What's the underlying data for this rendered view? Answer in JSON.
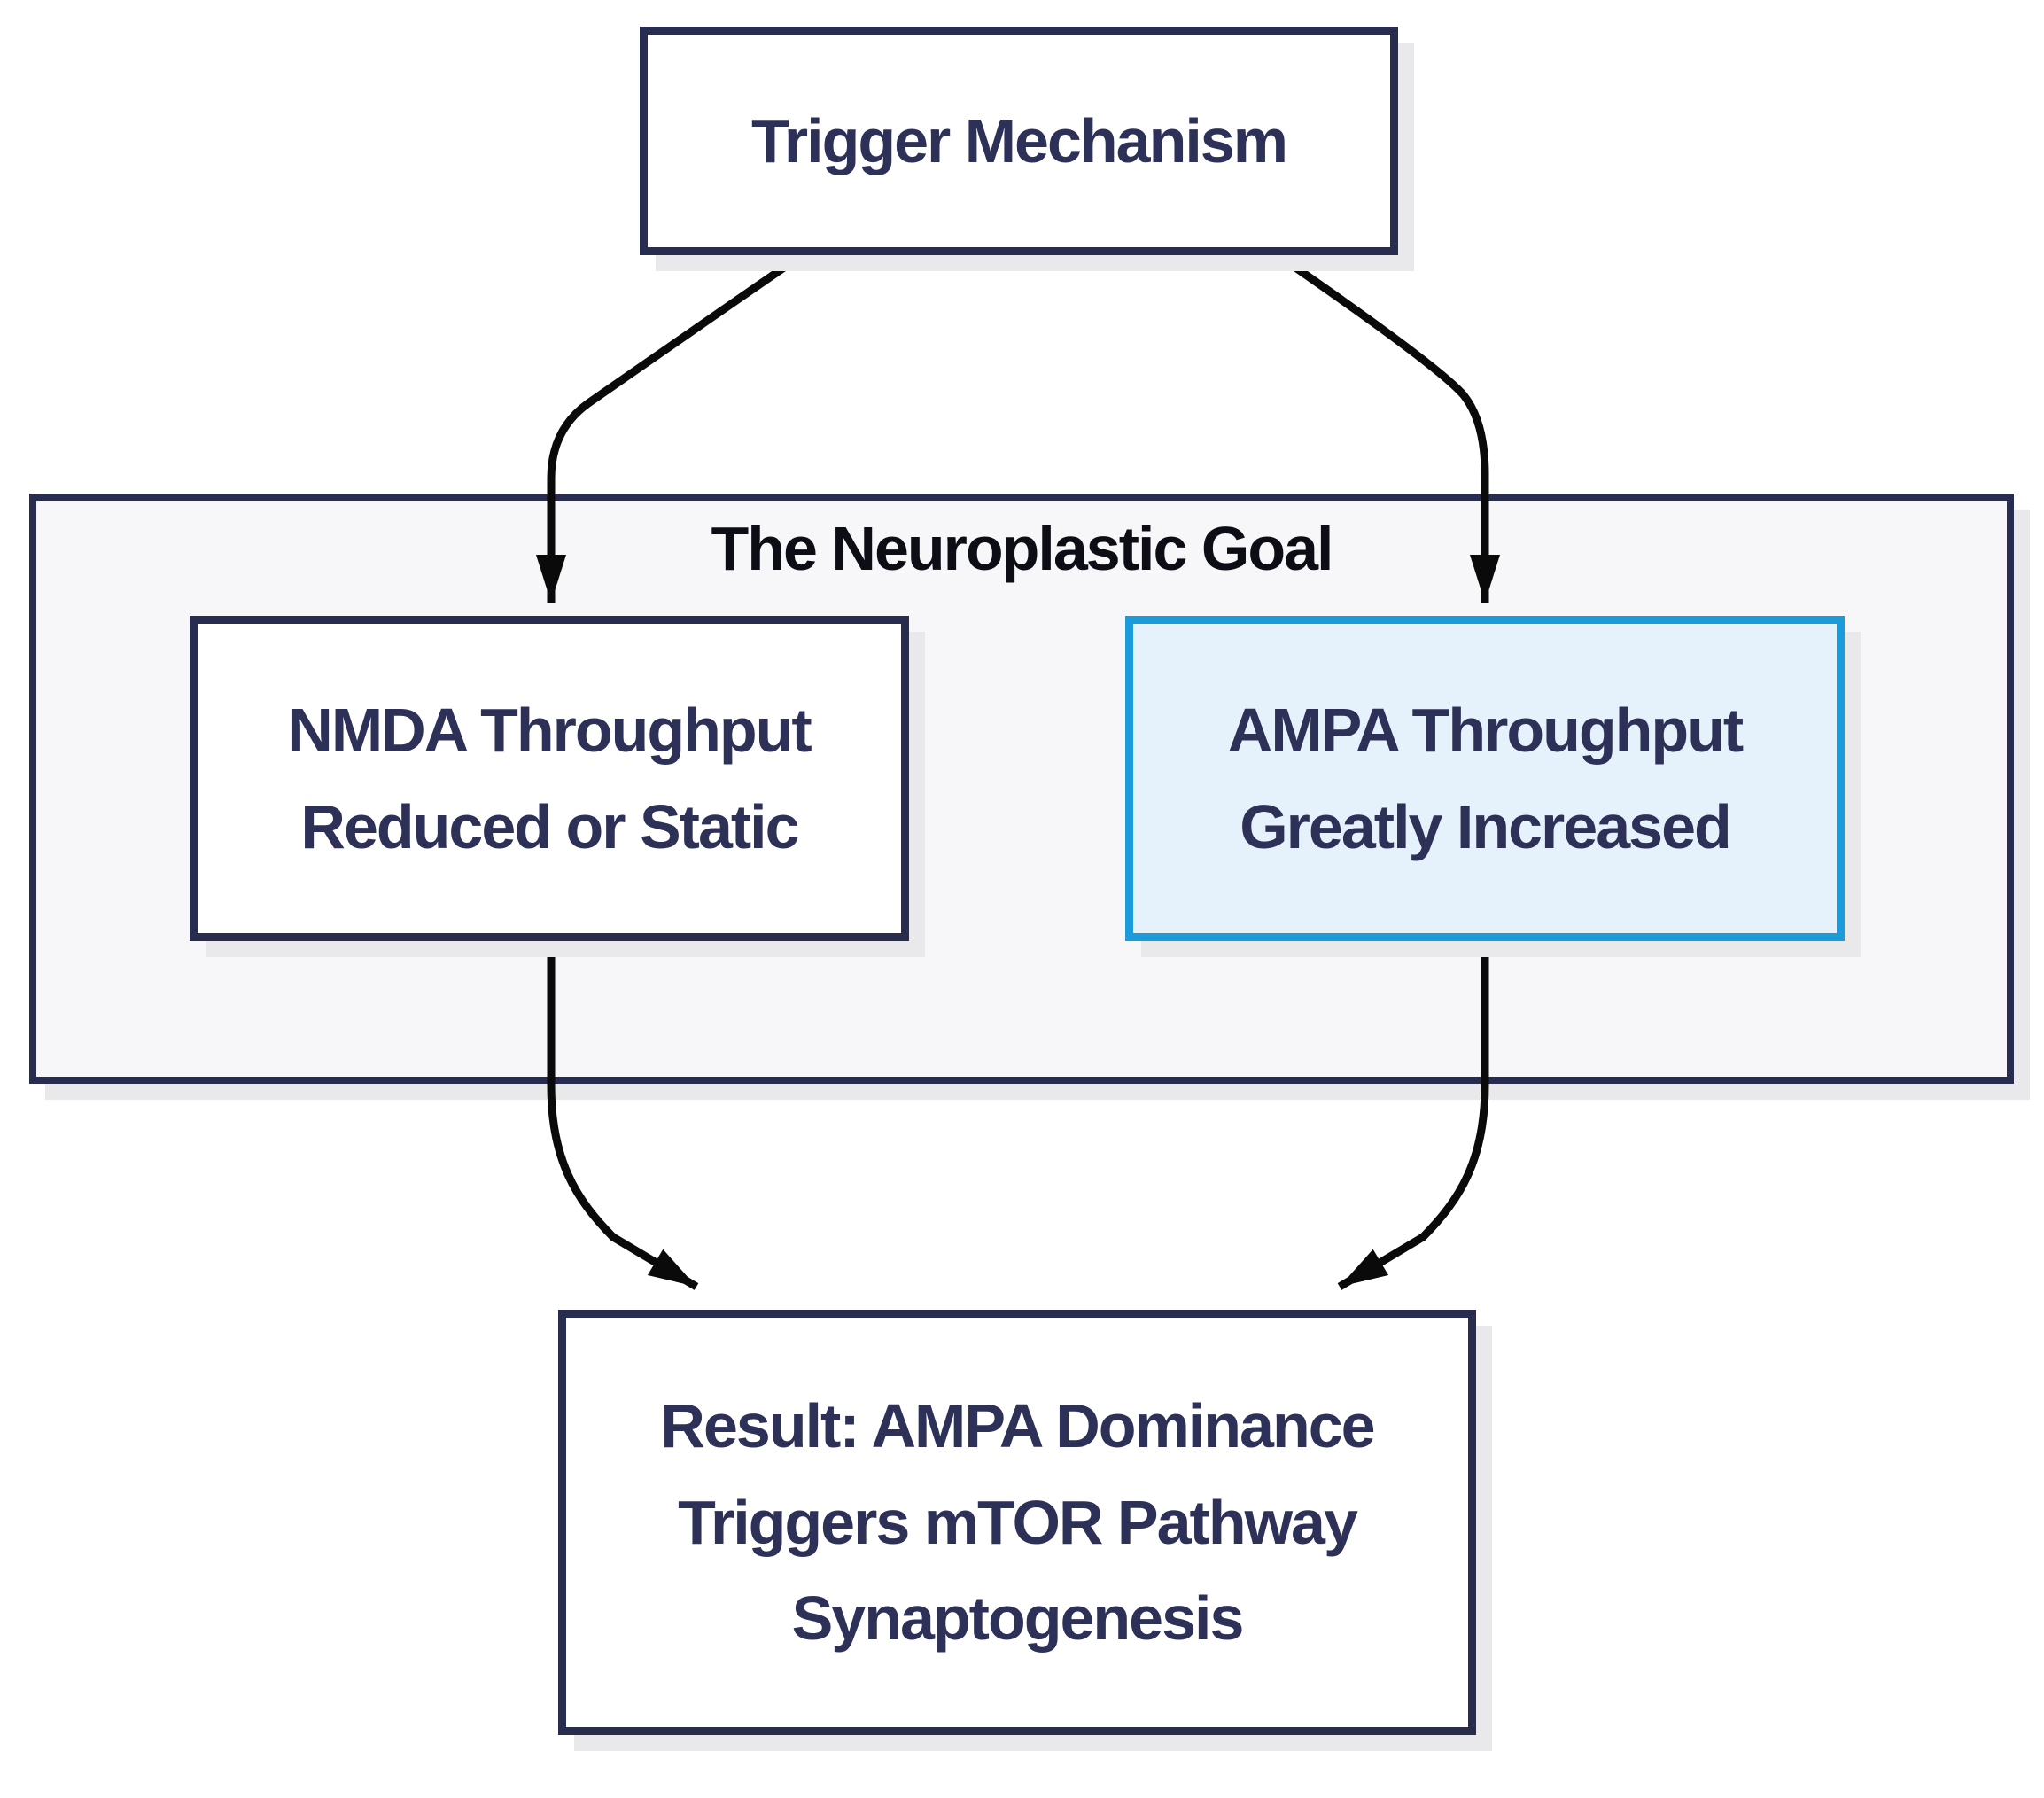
{
  "diagram": {
    "trigger": {
      "label": "Trigger Mechanism"
    },
    "goal": {
      "title": "The Neuroplastic Goal",
      "nmda": {
        "lines": [
          "NMDA Throughput",
          "Reduced or Static"
        ],
        "highlighted": false
      },
      "ampa": {
        "lines": [
          "AMPA Throughput",
          "Greatly Increased"
        ],
        "highlighted": true
      }
    },
    "result": {
      "lines": [
        "Result: AMPA Dominance",
        "Triggers mTOR Pathway",
        "Synaptogenesis"
      ]
    },
    "arrows": [
      {
        "from": "trigger",
        "to": "nmda"
      },
      {
        "from": "trigger",
        "to": "ampa"
      },
      {
        "from": "nmda",
        "to": "result"
      },
      {
        "from": "ampa",
        "to": "result"
      }
    ],
    "colors": {
      "node_border": "#282c4e",
      "node_text": "#2e3157",
      "heading_text": "#0d0d16",
      "highlight_border": "#1b9bd9",
      "highlight_fill": "#e5f2fb",
      "group_fill": "#f7f7f9",
      "node_fill": "#ffffff",
      "arrow": "#0a0a0a",
      "shadow": "#e9e9ec"
    }
  }
}
